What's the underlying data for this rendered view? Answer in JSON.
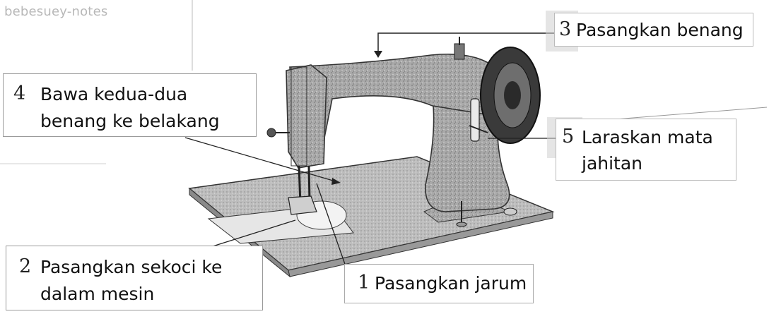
{
  "watermark": "bebesuey-notes",
  "steps": {
    "s1": {
      "num": "1",
      "text": "Pasangkan jarum"
    },
    "s2": {
      "num": "2",
      "line1": "Pasangkan sekoci ke",
      "line2": "dalam mesin"
    },
    "s3": {
      "num": "3",
      "text": "Pasangkan benang"
    },
    "s4": {
      "num": "4",
      "line1": "Bawa kedua-dua",
      "line2": "benang ke belakang"
    },
    "s5": {
      "num": "5",
      "line1": "Laraskan mata",
      "line2": "jahitan"
    }
  },
  "colors": {
    "ink": "#111111",
    "machine": "#9c9c9c",
    "board": "#b5b5b5",
    "paper": "#ffffff"
  }
}
